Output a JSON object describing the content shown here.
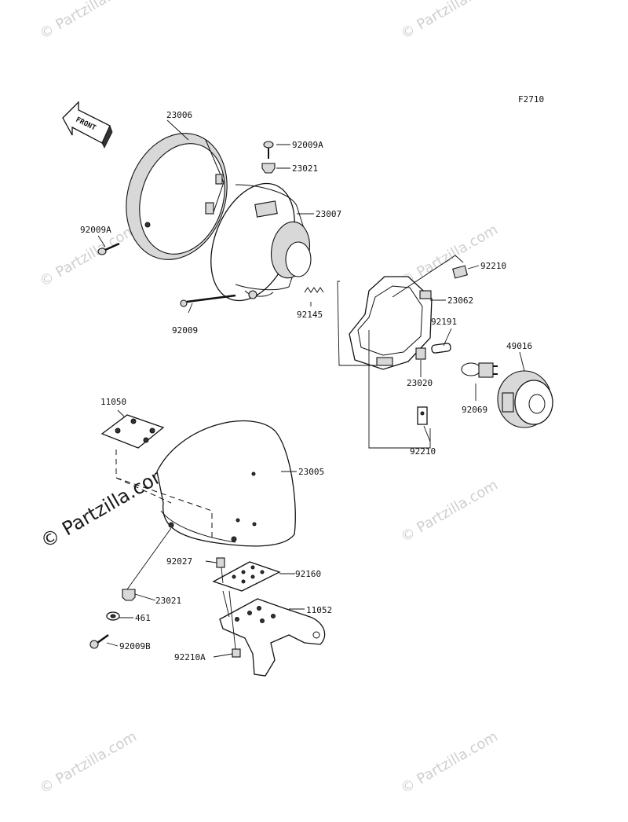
{
  "figure_code": "F2710",
  "front_label": "FRONT",
  "watermark": "© Partzilla.com",
  "parts": [
    {
      "id": "23006"
    },
    {
      "id": "92009A"
    },
    {
      "id": "23021"
    },
    {
      "id": "23007"
    },
    {
      "id": "92009A"
    },
    {
      "id": "92009"
    },
    {
      "id": "92145"
    },
    {
      "id": "92210"
    },
    {
      "id": "23062"
    },
    {
      "id": "92191"
    },
    {
      "id": "49016"
    },
    {
      "id": "23020"
    },
    {
      "id": "92069"
    },
    {
      "id": "92210"
    },
    {
      "id": "11050"
    },
    {
      "id": "23005"
    },
    {
      "id": "92027"
    },
    {
      "id": "92160"
    },
    {
      "id": "23021"
    },
    {
      "id": "461"
    },
    {
      "id": "11052"
    },
    {
      "id": "92009B"
    },
    {
      "id": "92210A"
    }
  ]
}
